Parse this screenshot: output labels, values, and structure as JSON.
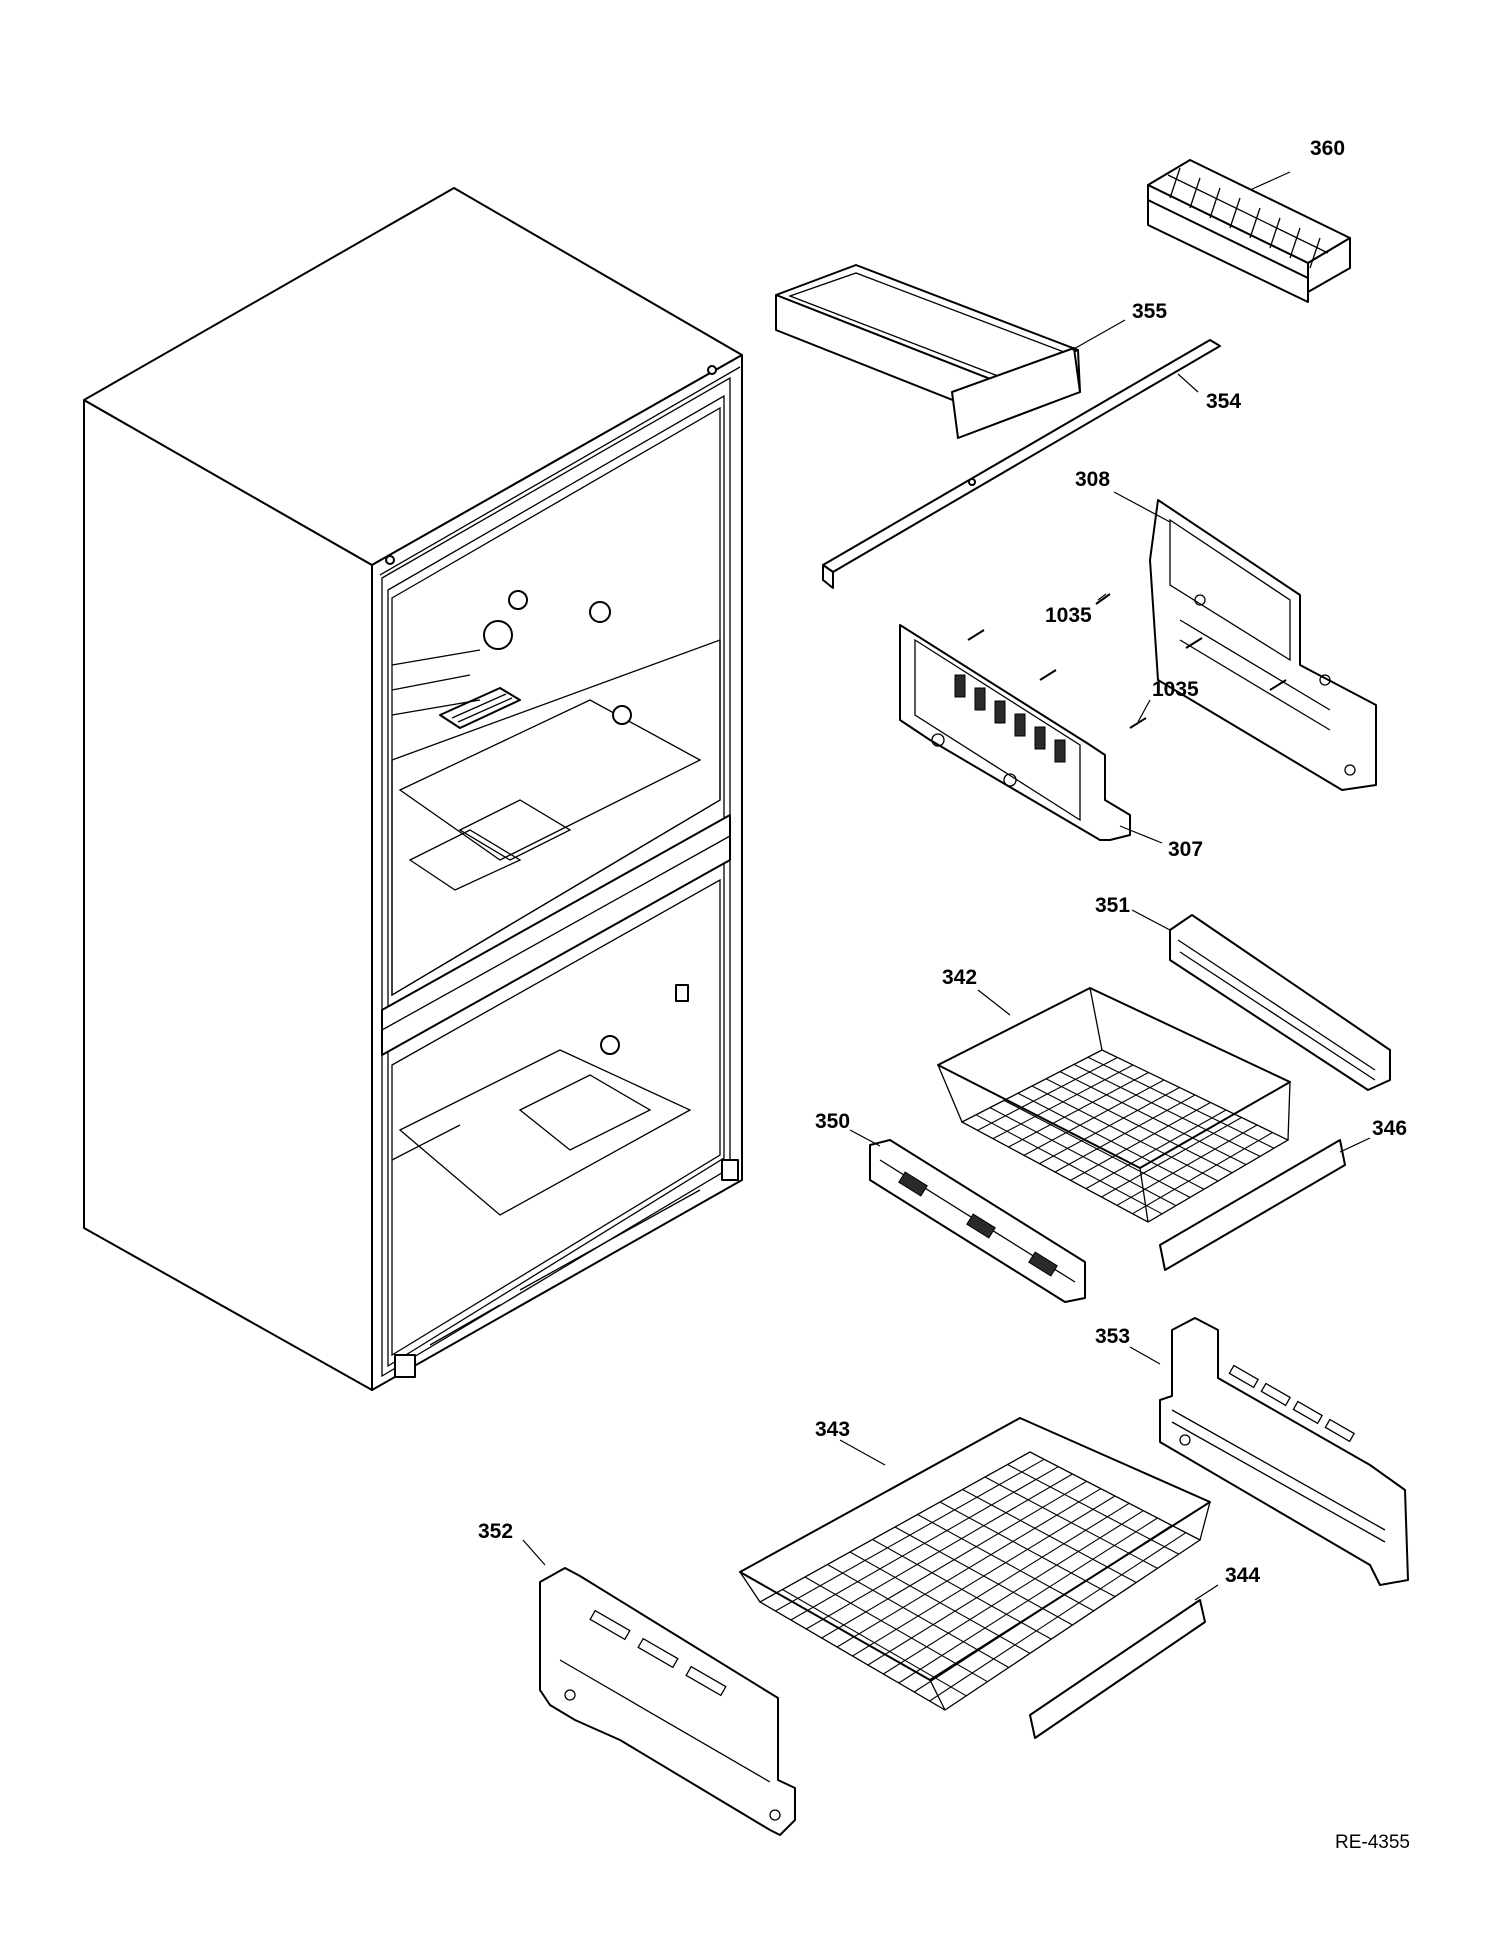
{
  "diagram": {
    "reference_code": "RE-4355",
    "part_labels": {
      "p360": "360",
      "p355": "355",
      "p354": "354",
      "p308": "308",
      "p1035a": "1035",
      "p1035b": "1035",
      "p307": "307",
      "p351": "351",
      "p342": "342",
      "p350": "350",
      "p346": "346",
      "p353": "353",
      "p343": "343",
      "p352": "352",
      "p344": "344"
    }
  }
}
